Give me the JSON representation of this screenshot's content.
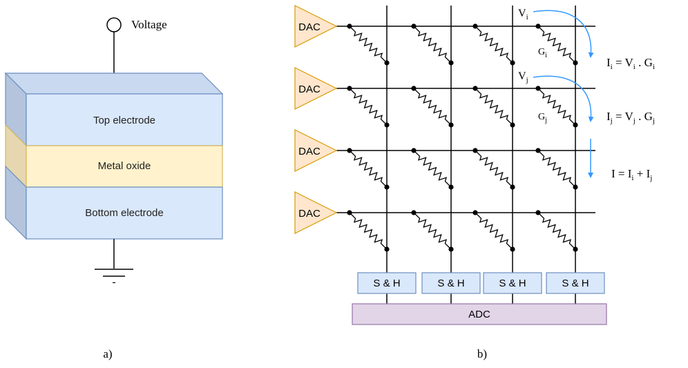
{
  "panel_a": {
    "terminal_label": "Voltage",
    "layers": {
      "top": "Top electrode",
      "middle": "Metal oxide",
      "bottom": "Bottom electrode"
    },
    "ground_symbol": "-",
    "caption": "a)"
  },
  "panel_b": {
    "dac_labels": [
      "DAC",
      "DAC",
      "DAC",
      "DAC"
    ],
    "sh_labels": [
      "S & H",
      "S & H",
      "S & H",
      "S & H"
    ],
    "adc_label": "ADC",
    "row_annotations": [
      {
        "v": "V",
        "v_sub": "i",
        "g": "G",
        "g_sub": "i"
      },
      {
        "v": "V",
        "v_sub": "j",
        "g": "G",
        "g_sub": "j"
      }
    ],
    "equations": {
      "eq1": {
        "lhs": "I",
        "lhs_sub": "i",
        "eq": " = V",
        "mid_sub": "i",
        "dot": " . G",
        "rhs_sub": "i"
      },
      "eq2": {
        "lhs": "I",
        "lhs_sub": "j",
        "eq": " = V",
        "mid_sub": "j",
        "dot": " . G",
        "rhs_sub": "j"
      },
      "eq3": {
        "lhs": "I = I",
        "lhs_sub": "i",
        "plus": " + I",
        "rhs_sub": "j"
      }
    },
    "caption": "b)"
  },
  "colors": {
    "electrode_fill": "#dae8fc",
    "electrode_stroke": "#6c8ebf",
    "oxide_fill": "#fff2cc",
    "oxide_stroke": "#d6b656",
    "dac_fill": "#ffe6cc",
    "dac_stroke": "#d79b00",
    "adc_fill": "#e1d5e7",
    "adc_stroke": "#9673a6",
    "arrow": "#3399ff"
  }
}
